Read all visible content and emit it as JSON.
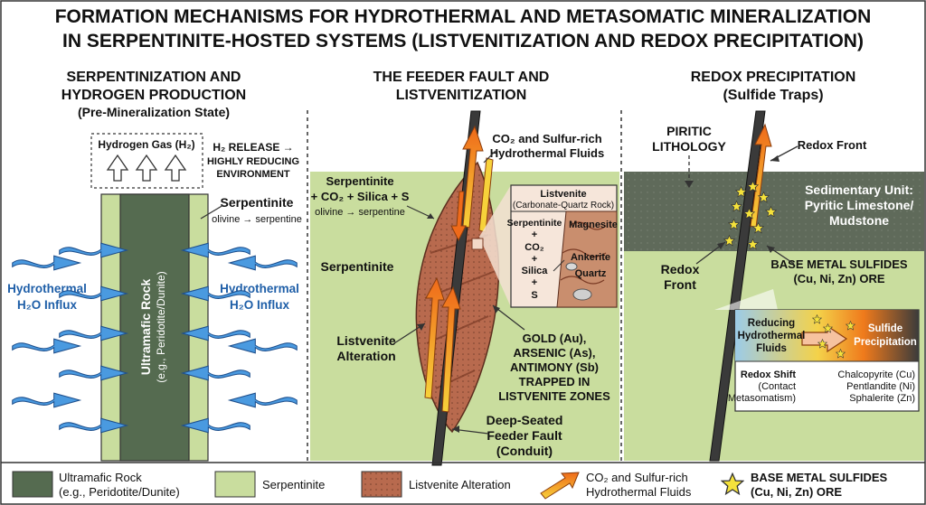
{
  "title": {
    "line1": "FORMATION MECHANISMS FOR HYDROTHERMAL AND METASOMATIC MINERALIZATION",
    "line2": "IN SERPENTINITE-HOSTED SYSTEMS (LISTVENITIZATION AND REDOX PRECIPITATION)"
  },
  "panel1": {
    "heading1": "SERPENTINIZATION AND",
    "heading2": "HYDROGEN PRODUCTION",
    "heading3": "(Pre-Mineralization State)",
    "gas_box": "Hydrogen Gas (H₂)",
    "release1": "H₂ RELEASE →",
    "release2": "HIGHLY REDUCING",
    "release3": "ENVIRONMENT",
    "serp_label": "Serpentinite",
    "serp_reaction": "olivine → serpentine",
    "influx_left1": "Hydrothermal",
    "influx_left2": "H₂O Influx",
    "influx_right1": "Hydrothermal",
    "influx_right2": "H₂O Influx",
    "rock1": "Ultramafic Rock",
    "rock2": "(e.g., Peridotite/Dunite)"
  },
  "panel2": {
    "heading1": "THE FEEDER FAULT AND",
    "heading2": "LISTVENITIZATION",
    "fluids1": "CO₂ and Sulfur-rich",
    "fluids2": "Hydrothermal Fluids",
    "reaction1": "Serpentinite",
    "reaction2": "+ CO₂ + Silica + S",
    "reaction3": "olivine → serpentine",
    "serp_label": "Serpentinite",
    "inset_title": "Listvenite",
    "inset_sub": "(Carbonate-Quartz Rock)",
    "inset_left": [
      "Serpentinite",
      "+",
      "CO₂",
      "+",
      "Silica",
      "+",
      "S"
    ],
    "inset_magnesite": "Magnesite",
    "inset_ankerite": "Ankerite",
    "inset_quartz": "Quartz",
    "alteration1": "Listvenite",
    "alteration2": "Alteration",
    "gold_lines": [
      "GOLD (Au),",
      "ARSENIC (As),",
      "ANTIMONY (Sb)",
      "TRAPPED IN",
      "LISTVENITE ZONES"
    ],
    "fault1": "Deep-Seated",
    "fault2": "Feeder Fault",
    "fault3": "(Conduit)"
  },
  "panel3": {
    "heading1": "REDOX PRECIPITATION",
    "heading2": "(Sulfide Traps)",
    "pyritic1": "PIRITIC",
    "pyritic2": "LITHOLOGY",
    "redox_front_top": "Redox Front",
    "sed1": "Sedimentary Unit:",
    "sed2": "Pyritic Limestone/",
    "sed3": "Mudstone",
    "redox_front_left1": "Redox",
    "redox_front_left2": "Front",
    "bms1": "BASE METAL SULFIDES",
    "bms2": "(Cu, Ni, Zn) ORE",
    "reducing1": "Reducing",
    "reducing2": "Hydrothermal",
    "reducing3": "Fluids",
    "sulfide1": "Sulfide",
    "sulfide2": "Precipitation",
    "shift1": "Redox Shift",
    "shift2": "(Contact",
    "shift3": "Metasomatism)",
    "minerals": [
      "Chalcopyrite (Cu)",
      "Pentlandite (Ni)",
      "Sphalerite (Zn)"
    ]
  },
  "legend": {
    "ultramafic1": "Ultramafic Rock",
    "ultramafic2": "(e.g., Peridotite/Dunite)",
    "serpentinite": "Serpentinite",
    "listvenite": "Listvenite Alteration",
    "fluids1": "CO₂ and Sulfur-rich",
    "fluids2": "Hydrothermal Fluids",
    "bms1": "BASE METAL SULFIDES",
    "bms2": "(Cu, Ni, Zn) ORE"
  },
  "colors": {
    "ultramafic": "#556b50",
    "serpentinite": "#c9dd9e",
    "listvenite": "#b86a4e",
    "water": "#3f8fd8",
    "fluid_orange": "#f07f1e",
    "fluid_yellow": "#f7d23a",
    "sediment": "#5f6a5a",
    "star": "#f5e23b"
  }
}
